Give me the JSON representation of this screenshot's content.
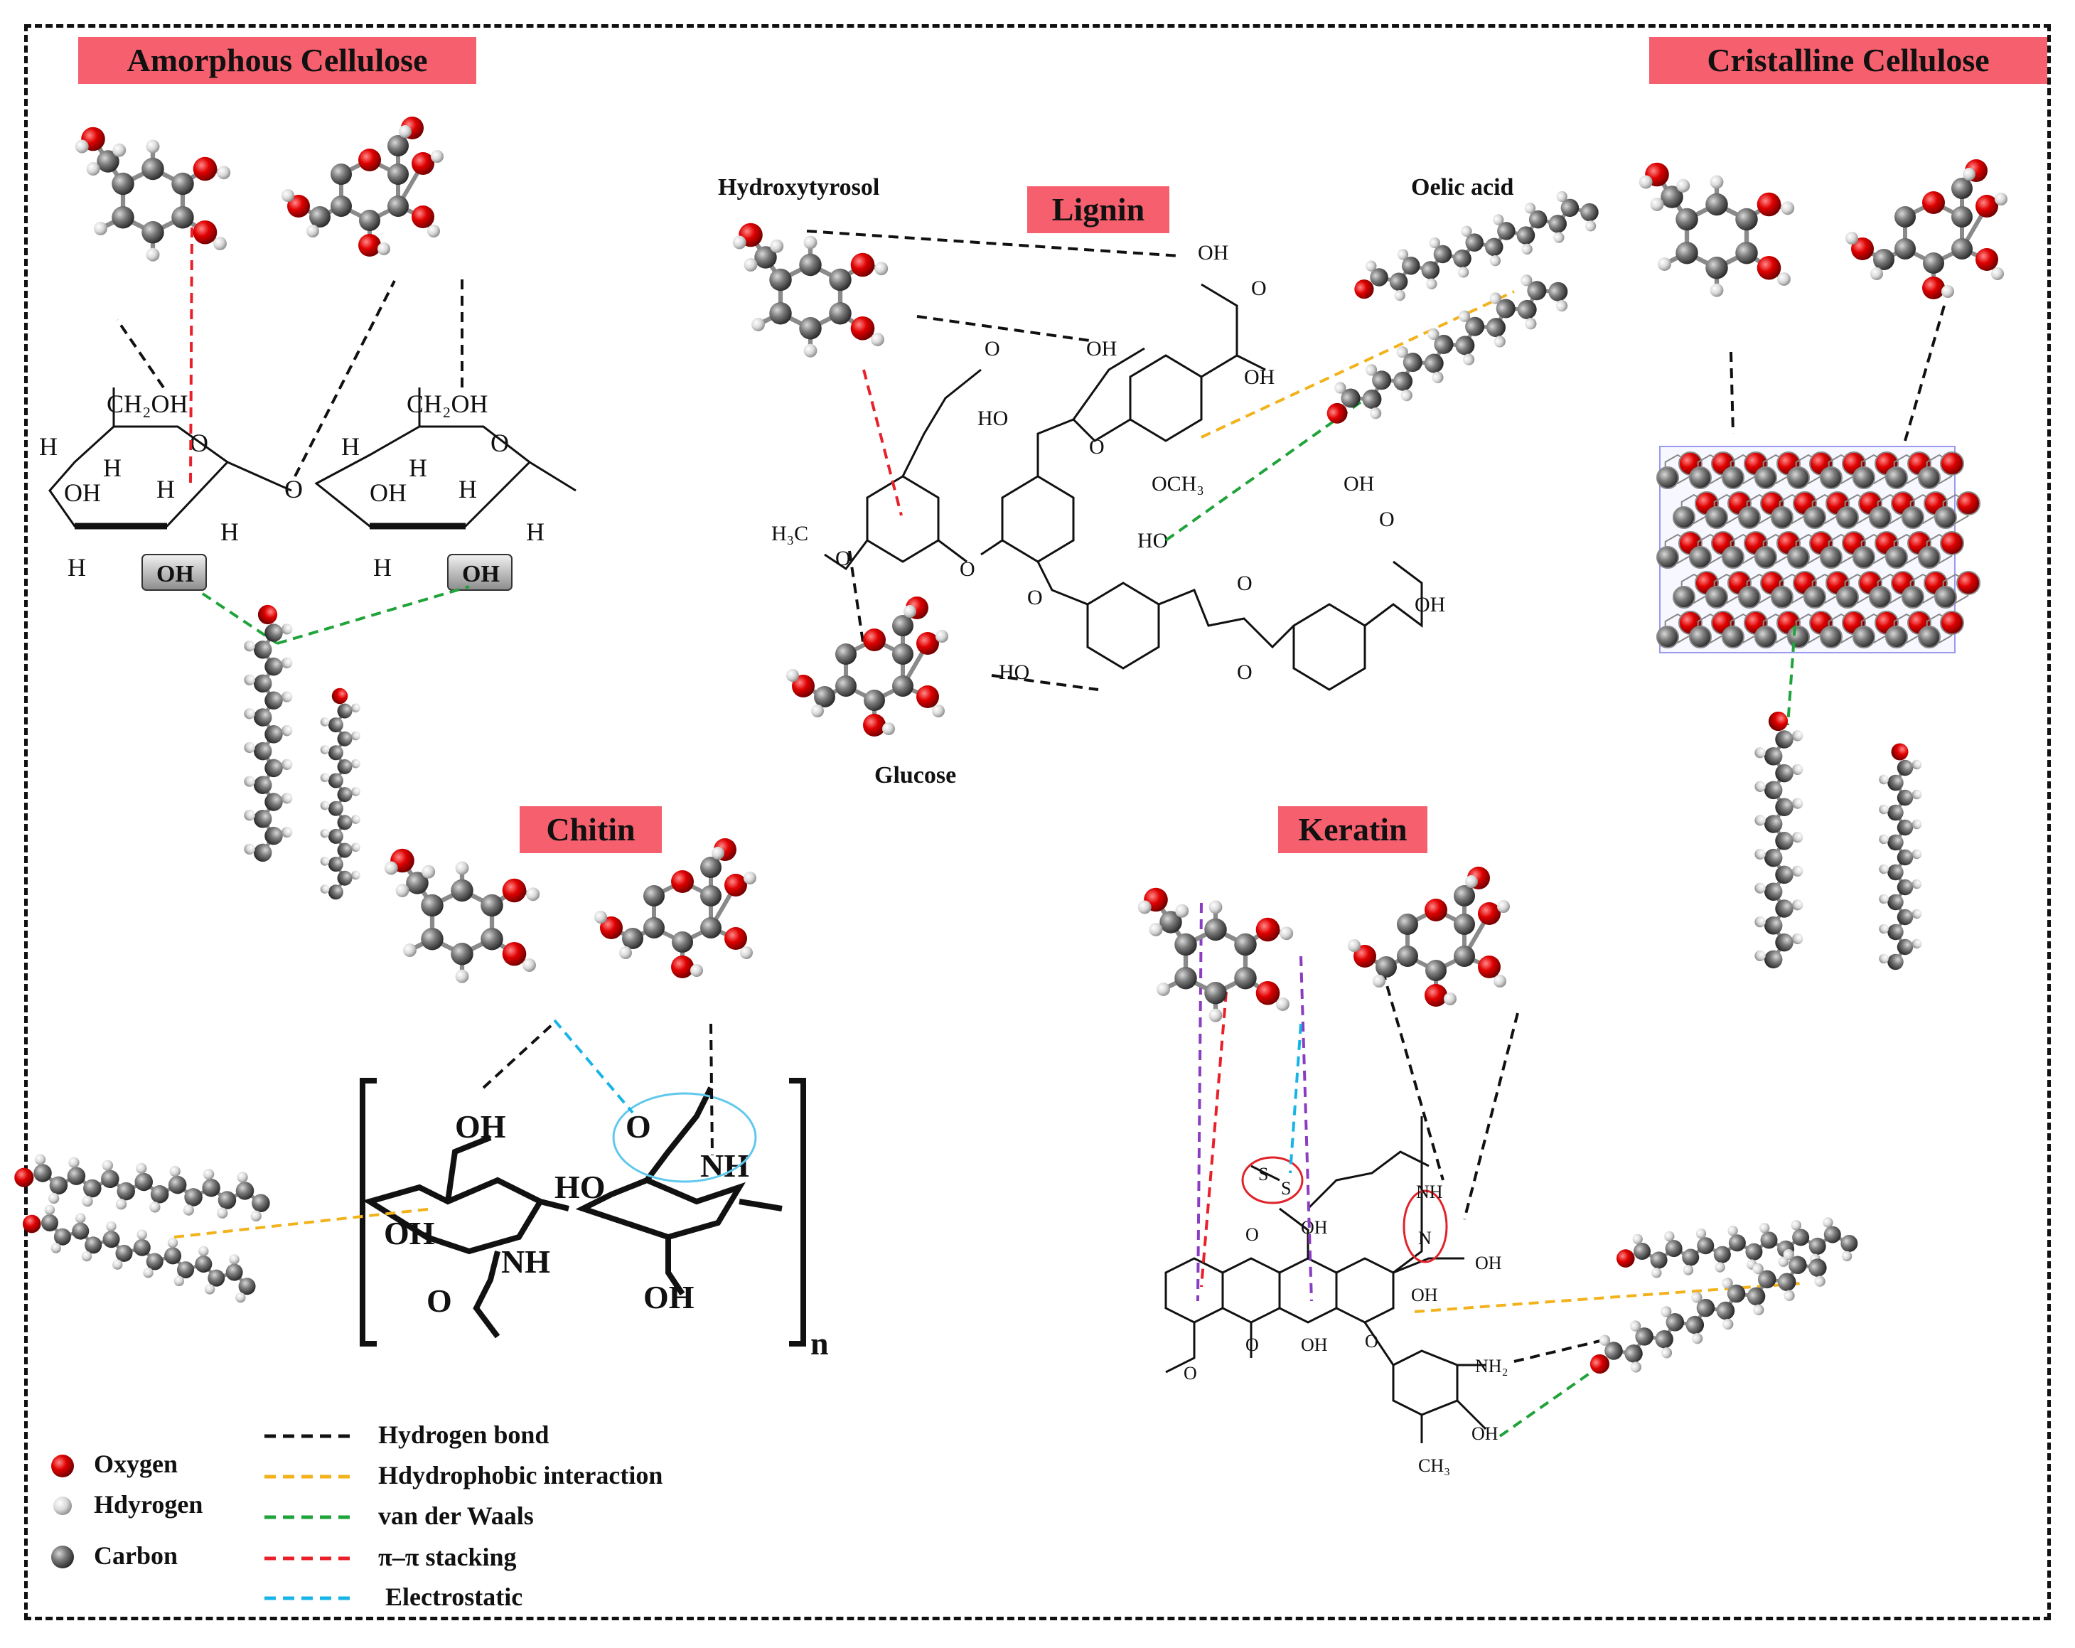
{
  "titles": {
    "amorphous": "Amorphous Cellulose",
    "crystalline": "Cristalline Cellulose",
    "lignin": "Lignin",
    "chitin": "Chitin",
    "keratin": "Keratin"
  },
  "molecule_labels": {
    "hydroxytyrosol": "Hydroxytyrosol",
    "oleic_acid": "Oelic acid",
    "glucose": "Glucose"
  },
  "legend": {
    "atoms": [
      {
        "label": "Oxygen",
        "color": "#d40000"
      },
      {
        "label": "Hdyrogen",
        "color": "#e6e6e6"
      },
      {
        "label": "Carbon",
        "color": "#6e6e6e"
      }
    ],
    "interactions": [
      {
        "label": "Hydrogen bond",
        "color": "#111111"
      },
      {
        "label": "Hdydrophobic interaction",
        "color": "#f2b21b"
      },
      {
        "label": "van der Waals",
        "color": "#1fa33a"
      },
      {
        "label": "π–π stacking",
        "color": "#e8202a"
      },
      {
        "label": "Electrostatic",
        "color": "#18b4e6"
      }
    ]
  },
  "chem_text": {
    "ch2oh": "CH₂OH",
    "oh": "OH",
    "h": "H",
    "o": "O",
    "ho": "HO",
    "och3": "OCH₃",
    "h3c": "H₃C",
    "nh": "NH",
    "nh2": "NH₂",
    "ch3": "CH₃",
    "s": "S",
    "n": "N",
    "n_sub": "n"
  }
}
